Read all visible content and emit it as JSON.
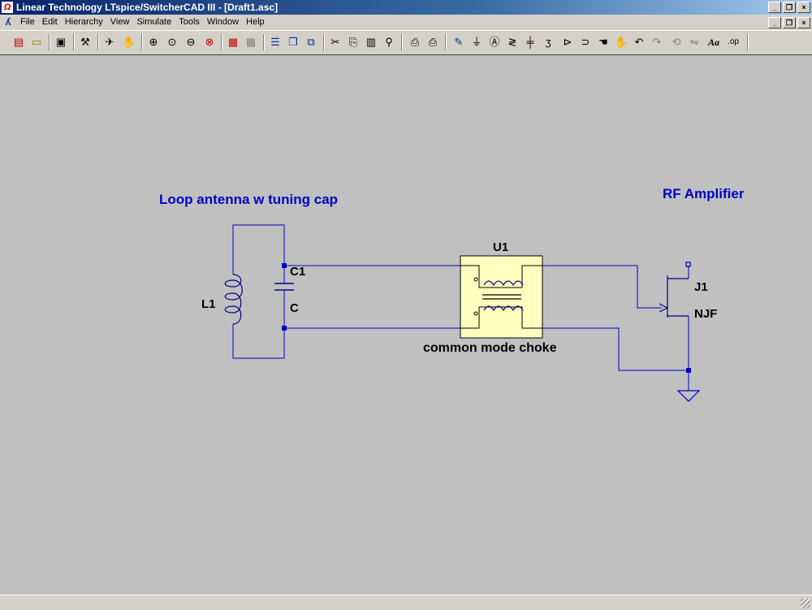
{
  "window": {
    "title": "Linear Technology LTspice/SwitcherCAD III - [Draft1.asc]"
  },
  "menu": [
    "File",
    "Edit",
    "Hierarchy",
    "View",
    "Simulate",
    "Tools",
    "Window",
    "Help"
  ],
  "toolbar": {
    "icons": [
      "new-schematic",
      "open",
      "save",
      "hammer-control-panel",
      "run",
      "halt",
      "zoom-in",
      "zoom-pan",
      "zoom-out",
      "zoom-fit",
      "autorange",
      "grid",
      "tile-horizontal",
      "cascade",
      "close-all",
      "cut",
      "copy",
      "paste",
      "find",
      "print-preview",
      "print",
      "draw-wire",
      "ground",
      "label-net",
      "resistor",
      "capacitor",
      "inductor",
      "diode",
      "component",
      "move",
      "drag",
      "undo",
      "redo",
      "rotate",
      "mirror",
      "text",
      "spice-directive"
    ],
    "font_label": "Aa",
    "op_label": ".op"
  },
  "schematic": {
    "heading_left": "Loop antenna w tuning cap",
    "heading_right": "RF Amplifier",
    "inductor_ref": "L1",
    "capacitor_ref": "C1",
    "capacitor_value": "C",
    "choke_ref": "U1",
    "choke_label": "common mode choke",
    "jfet_ref": "J1",
    "jfet_value": "NJF",
    "colors": {
      "wire": "#0000c8",
      "label": "#0000c8",
      "component": "#000080",
      "choke_fill": "#ffffc0",
      "canvas": "#c0c0c0"
    }
  }
}
